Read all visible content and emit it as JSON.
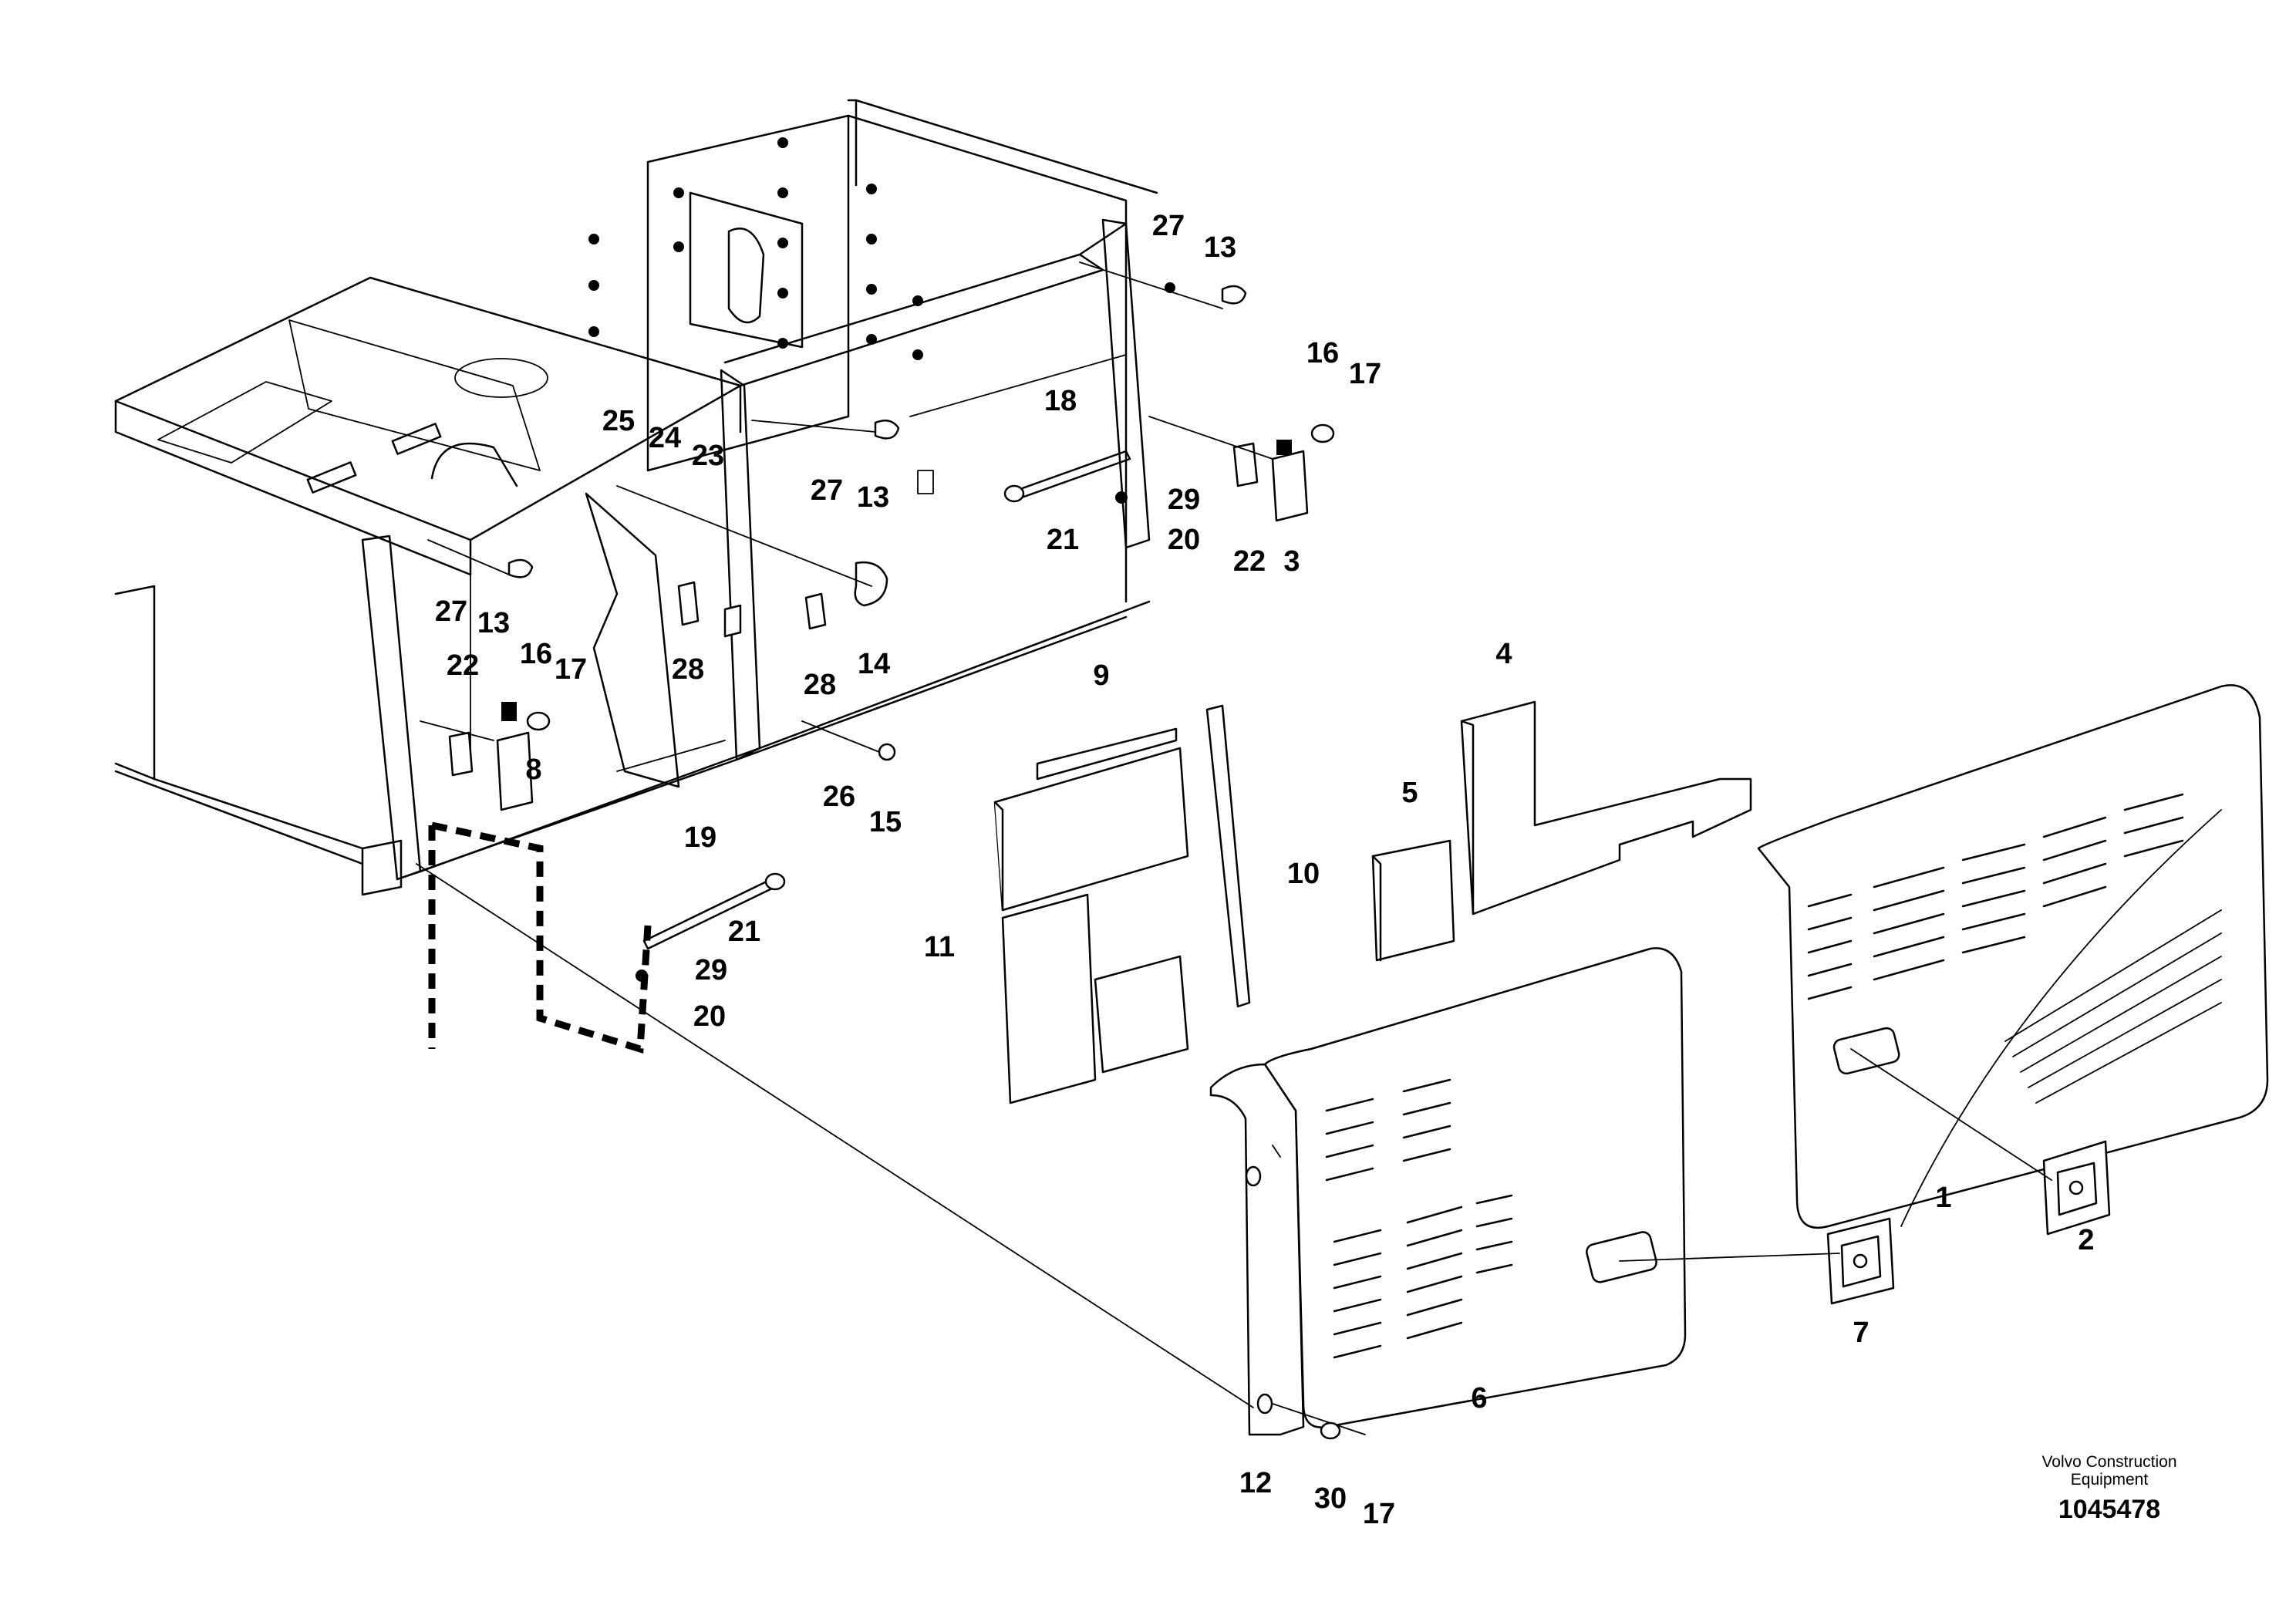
{
  "callouts": [
    {
      "id": "1",
      "text": "1"
    },
    {
      "id": "2",
      "text": "2"
    },
    {
      "id": "3",
      "text": "3"
    },
    {
      "id": "4",
      "text": "4"
    },
    {
      "id": "5",
      "text": "5"
    },
    {
      "id": "6",
      "text": "6"
    },
    {
      "id": "7",
      "text": "7"
    },
    {
      "id": "8",
      "text": "8"
    },
    {
      "id": "9",
      "text": "9"
    },
    {
      "id": "10",
      "text": "10"
    },
    {
      "id": "11",
      "text": "11"
    },
    {
      "id": "12",
      "text": "12"
    },
    {
      "id": "13a",
      "text": "13"
    },
    {
      "id": "13b",
      "text": "13"
    },
    {
      "id": "13c",
      "text": "13"
    },
    {
      "id": "14",
      "text": "14"
    },
    {
      "id": "15",
      "text": "15"
    },
    {
      "id": "16a",
      "text": "16"
    },
    {
      "id": "16b",
      "text": "16"
    },
    {
      "id": "17a",
      "text": "17"
    },
    {
      "id": "17b",
      "text": "17"
    },
    {
      "id": "17c",
      "text": "17"
    },
    {
      "id": "18",
      "text": "18"
    },
    {
      "id": "19",
      "text": "19"
    },
    {
      "id": "20a",
      "text": "20"
    },
    {
      "id": "20b",
      "text": "20"
    },
    {
      "id": "21a",
      "text": "21"
    },
    {
      "id": "21b",
      "text": "21"
    },
    {
      "id": "22a",
      "text": "22"
    },
    {
      "id": "22b",
      "text": "22"
    },
    {
      "id": "23",
      "text": "23"
    },
    {
      "id": "24",
      "text": "24"
    },
    {
      "id": "25",
      "text": "25"
    },
    {
      "id": "26",
      "text": "26"
    },
    {
      "id": "27a",
      "text": "27"
    },
    {
      "id": "27b",
      "text": "27"
    },
    {
      "id": "27c",
      "text": "27"
    },
    {
      "id": "28a",
      "text": "28"
    },
    {
      "id": "28b",
      "text": "28"
    },
    {
      "id": "29a",
      "text": "29"
    },
    {
      "id": "29b",
      "text": "29"
    },
    {
      "id": "30",
      "text": "30"
    }
  ],
  "credit": {
    "line1": "Volvo Construction",
    "line2": "Equipment",
    "document_number": "1045478"
  }
}
